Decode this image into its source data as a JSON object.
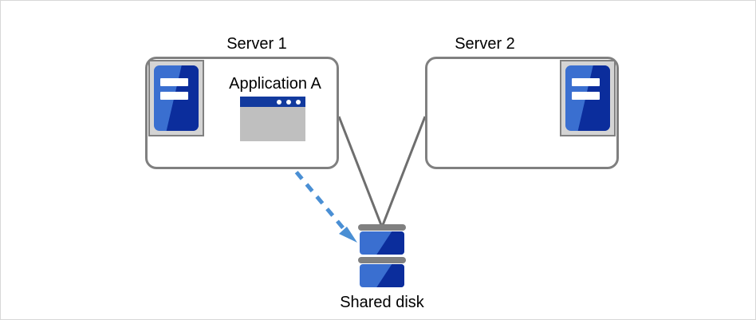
{
  "diagram": {
    "title_server1": "Server 1",
    "title_server2": "Server 2",
    "app_label": "Application A",
    "disk_label": "Shared disk",
    "colors": {
      "box_border": "#808080",
      "connector_line": "#6e6e6e",
      "arrow_blue": "#4a8fd4",
      "icon_blue_light": "#3a6fd0",
      "icon_blue_dark": "#0b2d9c",
      "app_titlebar": "#123a9e",
      "app_body": "#bfbfbf",
      "icon_frame": "#d4d4d4",
      "disk_cap": "#808080",
      "page_border": "#d8d8d8",
      "text": "#000000"
    },
    "icons": {
      "server1": "server-icon",
      "server2": "server-icon",
      "application": "application-window-icon",
      "disk": "shared-disk-icon",
      "access_arrow": "dashed-arrow-icon"
    },
    "connectors": [
      {
        "name": "server1-to-disk",
        "style": "solid",
        "from": "Server 1",
        "to": "Shared disk"
      },
      {
        "name": "server2-to-disk",
        "style": "solid",
        "from": "Server 2",
        "to": "Shared disk"
      },
      {
        "name": "application-a-to-disk",
        "style": "dashed-arrow",
        "from": "Application A",
        "to": "Shared disk"
      }
    ]
  }
}
